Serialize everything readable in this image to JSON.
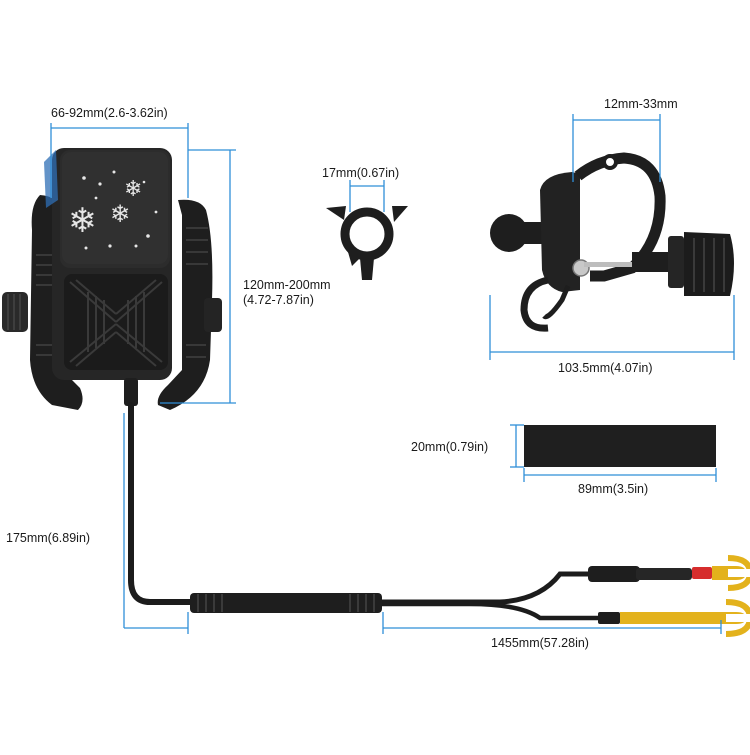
{
  "colors": {
    "dimension_line": "#2f8fd8",
    "product_dark": "#1c1c1c",
    "product_mid": "#2e2e2e",
    "product_light": "#3d3d3d",
    "terminal_gold": "#e3b21c",
    "terminal_red": "#d62d2d"
  },
  "dimensions": {
    "clamp_width": "66-92mm(2.6-3.62in)",
    "holder_height_mm": "120mm-200mm",
    "holder_height_in": "(4.72-7.87in)",
    "ring_diameter": "17mm(0.67in)",
    "handlebar_range": "12mm-33mm",
    "mount_length": "103.5mm(4.07in)",
    "strap_height": "20mm(0.79in)",
    "strap_length": "89mm(3.5in)",
    "cable_short": "175mm(6.89in)",
    "cable_long": "1455mm(57.28in)"
  },
  "decor": {
    "snowflake_glyph": "❄"
  }
}
